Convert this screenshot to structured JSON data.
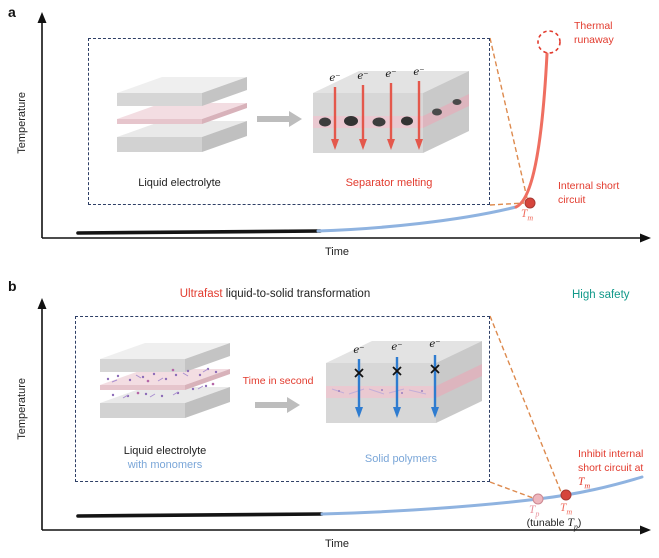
{
  "panel_a": {
    "tag": "a",
    "y_axis_label": "Temperature",
    "x_axis_label": "Time",
    "inset": {
      "left_caption": "Liquid electrolyte",
      "right_caption": "Separator melting",
      "electrons": [
        "e⁻",
        "e⁻",
        "e⁻",
        "e⁻"
      ]
    },
    "thermal_runaway": {
      "line1": "Thermal",
      "line2": "runaway"
    },
    "internal_short": {
      "line1": "Internal short",
      "line2": "circuit"
    },
    "tm": {
      "sym": "T",
      "sub": "m"
    }
  },
  "panel_b": {
    "tag": "b",
    "title": {
      "em": "Ultrafast",
      "rest": " liquid-to-solid transformation"
    },
    "high_safety": "High safety",
    "y_axis_label": "Temperature",
    "x_axis_label": "Time",
    "inset": {
      "left_caption_line1": "Liquid electrolyte",
      "left_caption_line2": "with monomers",
      "transform_label": "Time in second",
      "right_caption": "Solid polymers",
      "electrons": [
        "e⁻",
        "e⁻",
        "e⁻"
      ]
    },
    "inhibit": {
      "line1": "Inhibit internal",
      "line2_prefix": "short circuit at ",
      "sym": "T",
      "sub": "m"
    },
    "tp": {
      "sym": "T",
      "sub": "p"
    },
    "tm": {
      "sym": "T",
      "sub": "m"
    },
    "tunable": {
      "prefix": "(tunable ",
      "sym": "T",
      "sub": "p",
      "suffix": ")"
    }
  },
  "colors": {
    "red": "#e23b2e",
    "salmon": "#ef6f61",
    "blue_curve": "#8fb3e0",
    "light_blue_text": "#7aa6d8",
    "orange_dashed": "#dd8a4e",
    "navy_box": "#2e3f66",
    "teal": "#12998a",
    "red_dot": "#d6453c",
    "pink_dot": "#eeb6bd",
    "black_curve": "#141414"
  }
}
